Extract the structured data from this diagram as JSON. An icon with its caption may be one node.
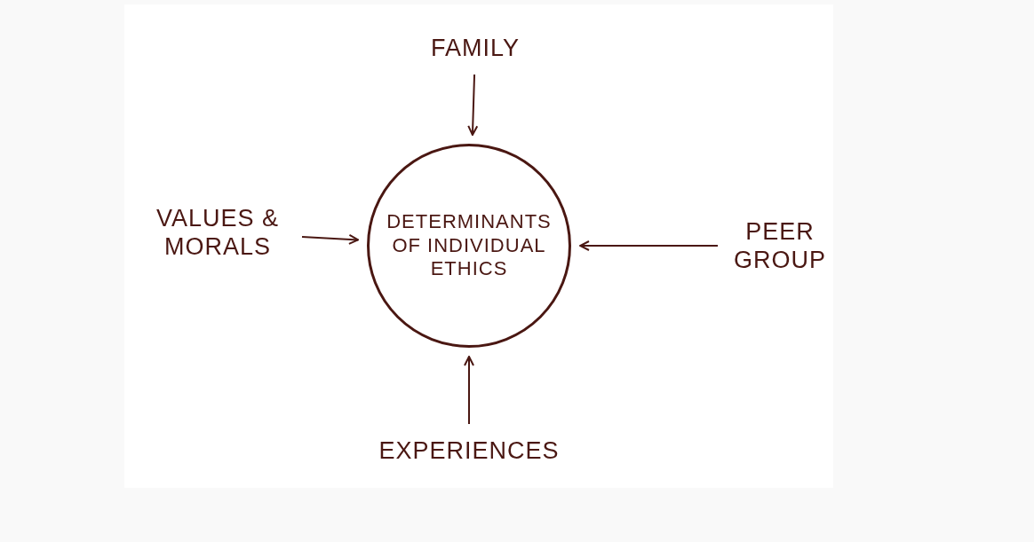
{
  "diagram": {
    "nodes": [
      {
        "text": [
          "DETERMINANTS OF INDIVIDUAL ETHICS"
        ]
      },
      {
        "text": [
          "FAMILY"
        ]
      },
      {
        "text": [
          "VALUES & MORALS"
        ]
      },
      {
        "text": [
          "PEER GROUP"
        ]
      },
      {
        "text": [
          "EXPERIENCES"
        ]
      }
    ],
    "edges": [
      {
        "from": 1,
        "to": 0,
        "arrow": "to"
      },
      {
        "from": 2,
        "to": 0,
        "arrow": "to"
      },
      {
        "from": 3,
        "to": 0,
        "arrow": "to"
      },
      {
        "from": 4,
        "to": 0,
        "arrow": "to"
      }
    ]
  }
}
